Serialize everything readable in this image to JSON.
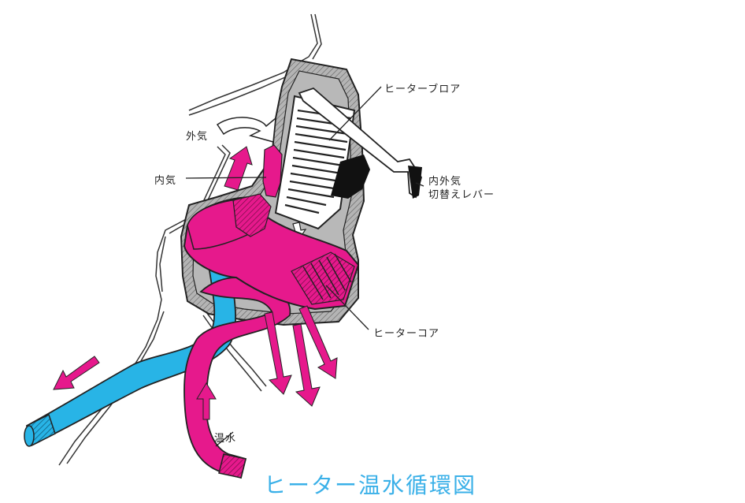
{
  "title": "ヒーター温水循環図",
  "labels": {
    "heater_blower": "ヒーターブロア",
    "outside_air": "外気",
    "inside_air": "内気",
    "lever_line1": "内外気",
    "lever_line2": "切替えレバー",
    "heater_core": "ヒーターコア",
    "hot_water": "温水"
  },
  "colors": {
    "magenta": "#e6198c",
    "cyan": "#28b4e6",
    "gray": "#b4b4b4",
    "title_blue": "#3ab0e8",
    "outline": "#222222"
  }
}
